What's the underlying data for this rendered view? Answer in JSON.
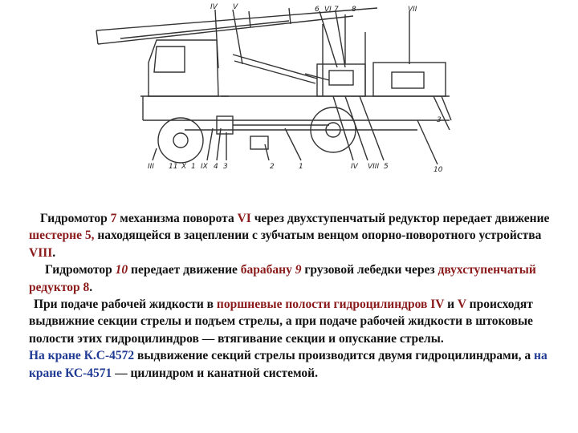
{
  "colors": {
    "text": "#111111",
    "highlight_brown": "#8b1a1a",
    "highlight_blue": "#1f3a93",
    "diagram_ink": "#333333"
  },
  "diagram": {
    "labels": {
      "IV": "IV",
      "V": "V",
      "n6": "6",
      "VI": "VI",
      "n7": "7",
      "n8": "8",
      "VII": "VII",
      "n3": "3",
      "n10": "10",
      "n5": "5",
      "VIII": "VIII",
      "IV_bottom": "IV",
      "n1": "1",
      "n2": "2",
      "n3b": "3",
      "n4": "4",
      "IX": "IX",
      "n1b": "1",
      "X": "X",
      "n11": "11",
      "III": "III"
    }
  },
  "text": {
    "p1": {
      "a": "Гидромотор ",
      "b": "7",
      "c": " механизма поворота ",
      "d": "VI",
      "e": " через двухступенчатый редуктор передает движение ",
      "f": "шестерне 5,",
      "g": " находящейся в зацеплении с зубчатым венцом опорно-поворотного устройства ",
      "h": "VIII",
      "i": "."
    },
    "p2": {
      "a": "Гидромотор ",
      "b": "10",
      "c": " передает движение ",
      "d": "барабану ",
      "e": "9",
      "f": " грузовой лебедки через ",
      "g": "двухступенчатый редуктор 8",
      "h": "."
    },
    "p3": {
      "a": "При подаче рабочей жидкости в ",
      "b": "поршневые полости гидроцилиндров",
      "c": " ",
      "d": "IV",
      "e": " и ",
      "f": "V",
      "g": " происходят выдвижние секции стрелы и подъем стрелы, а при подаче рабочей жидкости в штоковые полости этих гидроцилиндров — втягивание секции и опускание стрелы."
    },
    "p4": {
      "a": "На кране К.С-4572",
      "b": " выдвижение секций стрелы производится двумя гидроцилиндрами, а ",
      "c": "на кране КС-4571",
      "d": " — цилиндром и канатной системой."
    }
  }
}
